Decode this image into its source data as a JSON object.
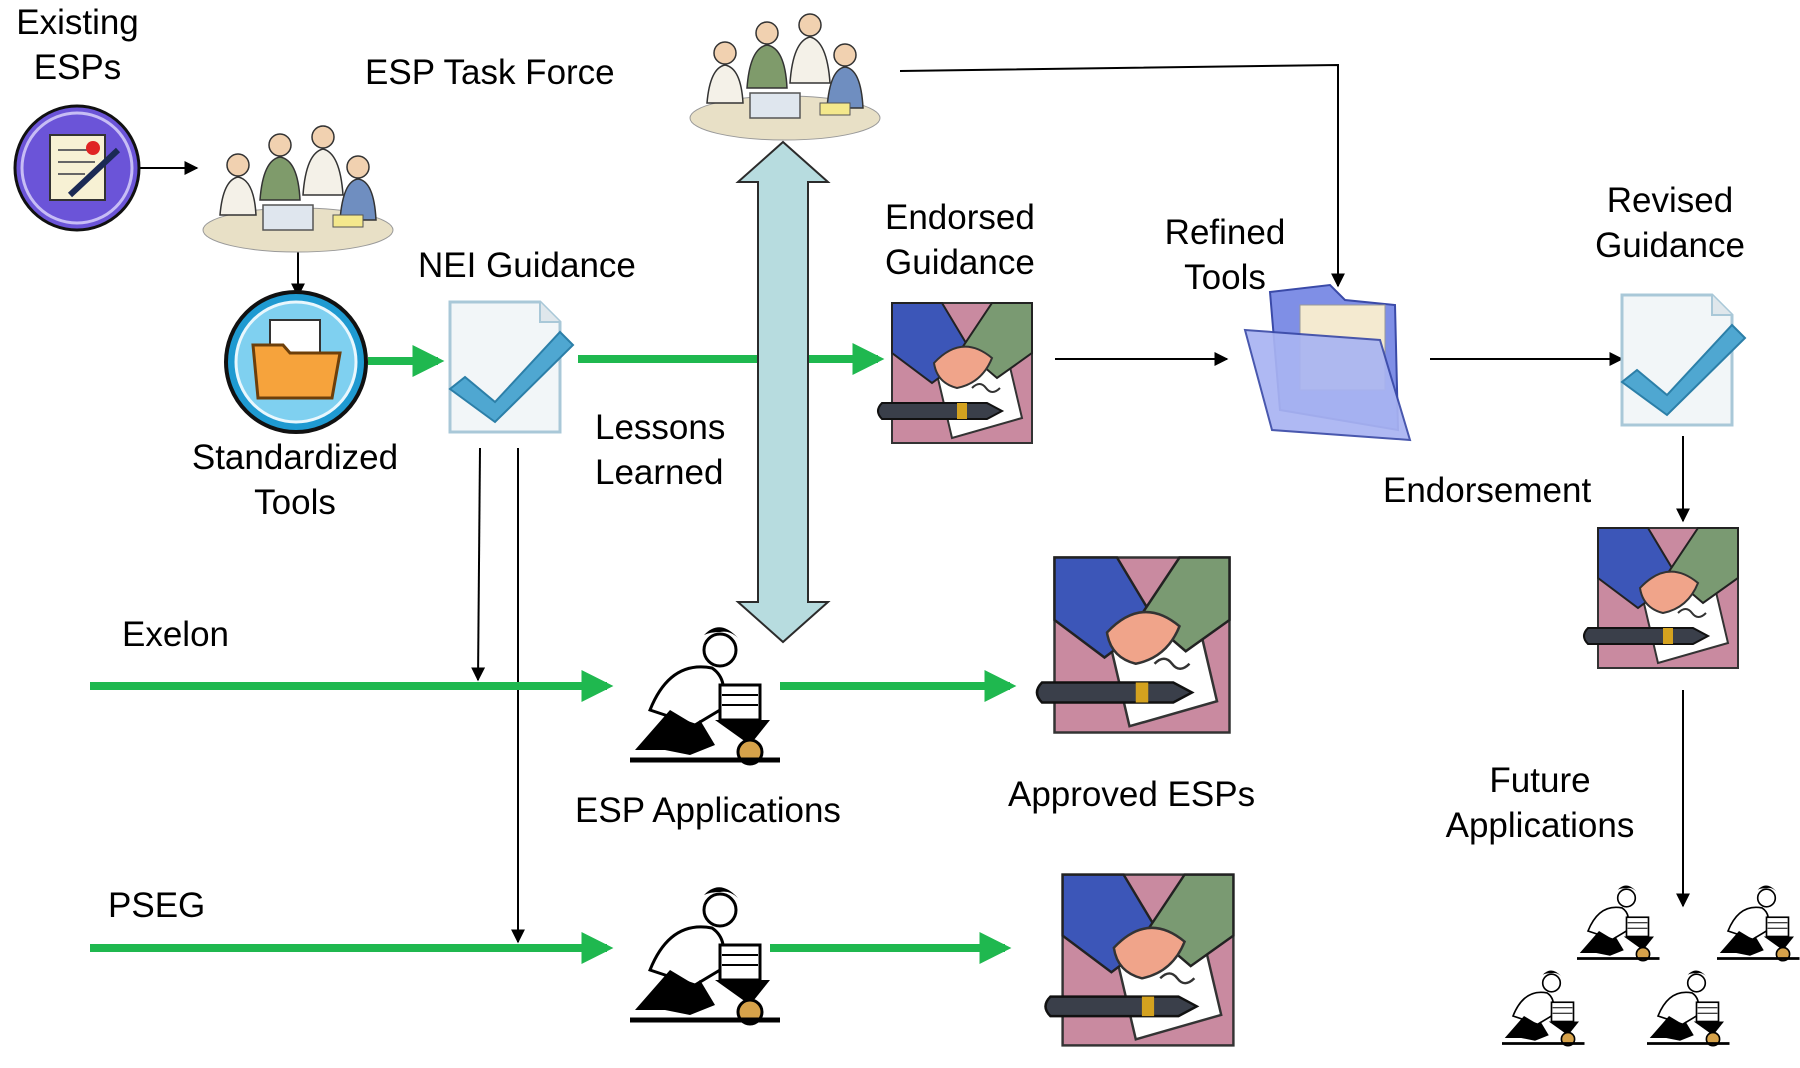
{
  "labels": {
    "existing_esps": [
      "Existing",
      "ESPs"
    ],
    "esp_task_force": "ESP Task Force",
    "nei_guidance": "NEI Guidance",
    "standardized_tools": [
      "Standardized",
      "Tools"
    ],
    "lessons_learned": [
      "Lessons",
      "Learned"
    ],
    "endorsed_guidance": [
      "Endorsed",
      "Guidance"
    ],
    "refined_tools": [
      "Refined",
      "Tools"
    ],
    "revised_guidance": [
      "Revised",
      "Guidance"
    ],
    "endorsement": "Endorsement",
    "exelon": "Exelon",
    "pseg": "PSEG",
    "esp_applications": "ESP Applications",
    "approved_esps": "Approved ESPs",
    "future_applications": [
      "Future",
      "Applications"
    ]
  },
  "colors": {
    "green_arrow": "#1fb84f",
    "double_arrow_fill": "#b7dcdf",
    "double_arrow_stroke": "#2b2b2b",
    "thin_arrow": "#000000",
    "checkmark": "#4fa7d1",
    "folder_blue": "#7f8fe6",
    "handshake_bg": "#c98aa0",
    "orange_folder": "#f6a33c",
    "purple_badge": "#6b54d8"
  },
  "icons": [
    "certificate-badge-icon",
    "team-meeting-icon",
    "orange-folder-badge-icon",
    "checked-document-icon",
    "handshake-contract-icon",
    "blue-folder-icon",
    "worker-wheelbarrow-icon"
  ]
}
